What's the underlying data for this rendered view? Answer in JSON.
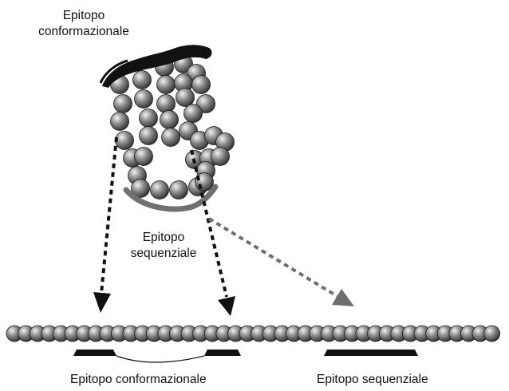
{
  "labels": {
    "top_conformational": {
      "line1": "Epitopo",
      "line2": "conformazionale"
    },
    "middle_sequential": {
      "line1": "Epitopo",
      "line2": "sequenziale"
    },
    "bottom_conformational": "Epitopo conformazionale",
    "bottom_sequential": "Epitopo sequenziale"
  },
  "colors": {
    "bead_light": "#f2f2f2",
    "bead_mid": "#8a8a8a",
    "bead_dark": "#2a2a2a",
    "epitope_black": "#111111",
    "sequential_grey": "#707070",
    "arrow_black": "#111111",
    "arrow_grey": "#6e6e6e"
  }
}
